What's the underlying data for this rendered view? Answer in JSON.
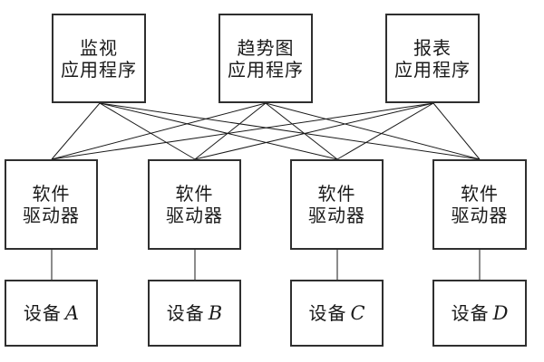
{
  "diagram": {
    "title": "software-driver-architecture",
    "colors": {
      "background": "#ffffff",
      "box_border": "#2f2f2f",
      "connector_line": "#1a1a1a",
      "text": "#1a1a1a"
    },
    "top_row": [
      {
        "line1": "监视",
        "line2": "应用程序"
      },
      {
        "line1": "趋势图",
        "line2": "应用程序"
      },
      {
        "line1": "报表",
        "line2": "应用程序"
      }
    ],
    "middle_row": [
      {
        "line1": "软件",
        "line2": "驱动器"
      },
      {
        "line1": "软件",
        "line2": "驱动器"
      },
      {
        "line1": "软件",
        "line2": "驱动器"
      },
      {
        "line1": "软件",
        "line2": "驱动器"
      }
    ],
    "bottom_row": [
      {
        "prefix": "设备",
        "letter": "A"
      },
      {
        "prefix": "设备",
        "letter": "B"
      },
      {
        "prefix": "设备",
        "letter": "C"
      },
      {
        "prefix": "设备",
        "letter": "D"
      }
    ]
  }
}
